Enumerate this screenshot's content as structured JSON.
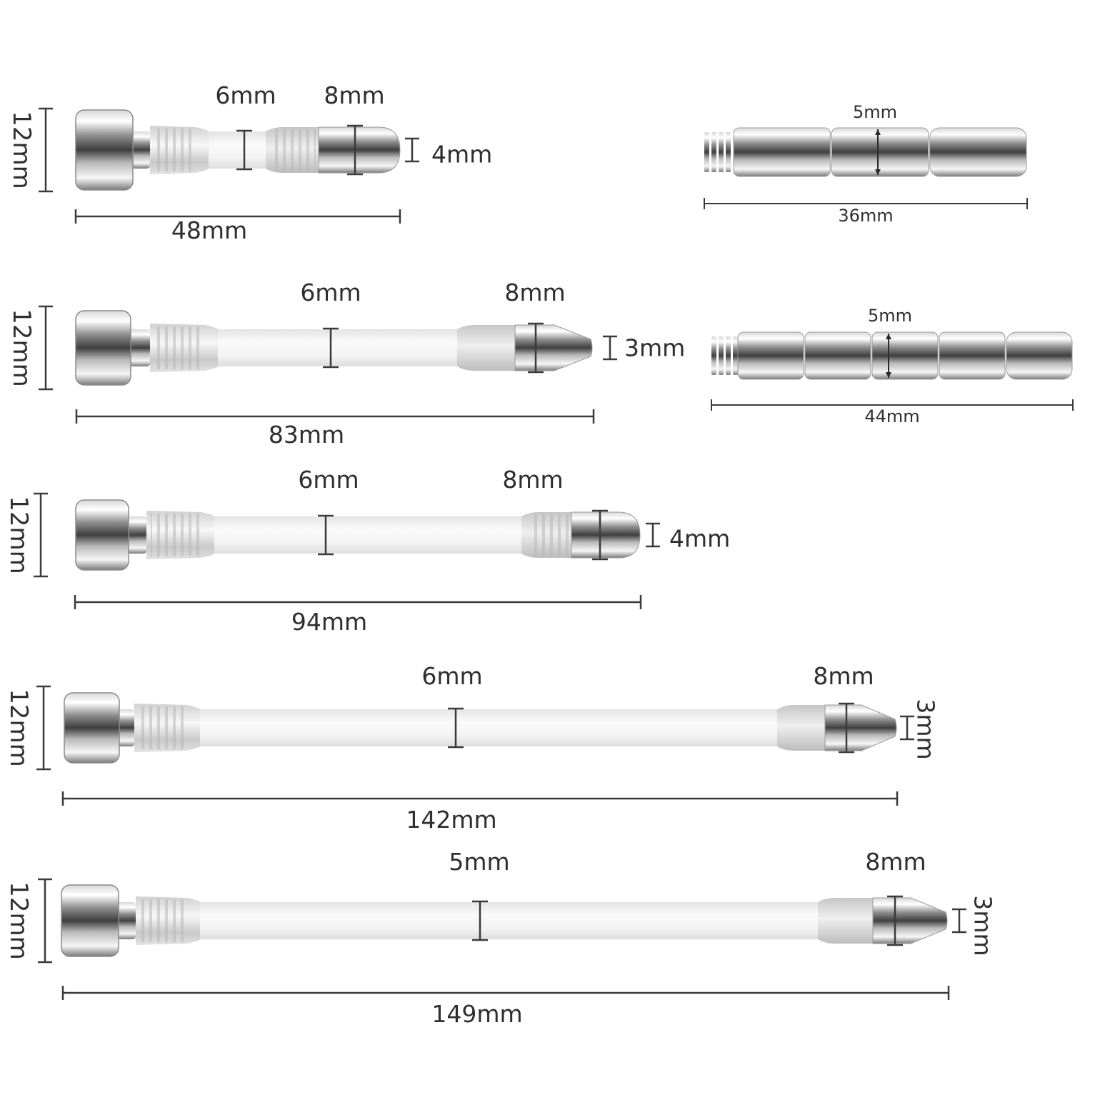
{
  "rods": [
    {
      "id": "rod-1",
      "head_diameter": "12mm",
      "shaft_diameter": "6mm",
      "tip_diameter": "8mm",
      "tip_end": "4mm",
      "length": "48mm",
      "tip_style": "round"
    },
    {
      "id": "rod-2",
      "head_diameter": "12mm",
      "shaft_diameter": "6mm",
      "tip_diameter": "8mm",
      "tip_end": "3mm",
      "length": "83mm",
      "tip_style": "pointed"
    },
    {
      "id": "rod-3",
      "head_diameter": "12mm",
      "shaft_diameter": "6mm",
      "tip_diameter": "8mm",
      "tip_end": "4mm",
      "length": "94mm",
      "tip_style": "round"
    },
    {
      "id": "rod-4",
      "head_diameter": "12mm",
      "shaft_diameter": "6mm",
      "tip_diameter": "8mm",
      "tip_end": "3mm",
      "length": "142mm",
      "tip_style": "pointed"
    },
    {
      "id": "rod-5",
      "head_diameter": "12mm",
      "shaft_diameter": "5mm",
      "tip_diameter": "8mm",
      "tip_end": "3mm",
      "length": "149mm",
      "tip_style": "pointed"
    }
  ],
  "inserts": [
    {
      "id": "insert-1",
      "diameter": "5mm",
      "length": "36mm",
      "segments": 3
    },
    {
      "id": "insert-2",
      "diameter": "5mm",
      "length": "44mm",
      "segments": 5
    }
  ],
  "colors": {
    "metal_light": "#f4f4f4",
    "metal_dark": "#4a4a4a",
    "silicone": "#eeeeee",
    "dimension": "#3a3a3a",
    "text": "#2f2f2f"
  }
}
